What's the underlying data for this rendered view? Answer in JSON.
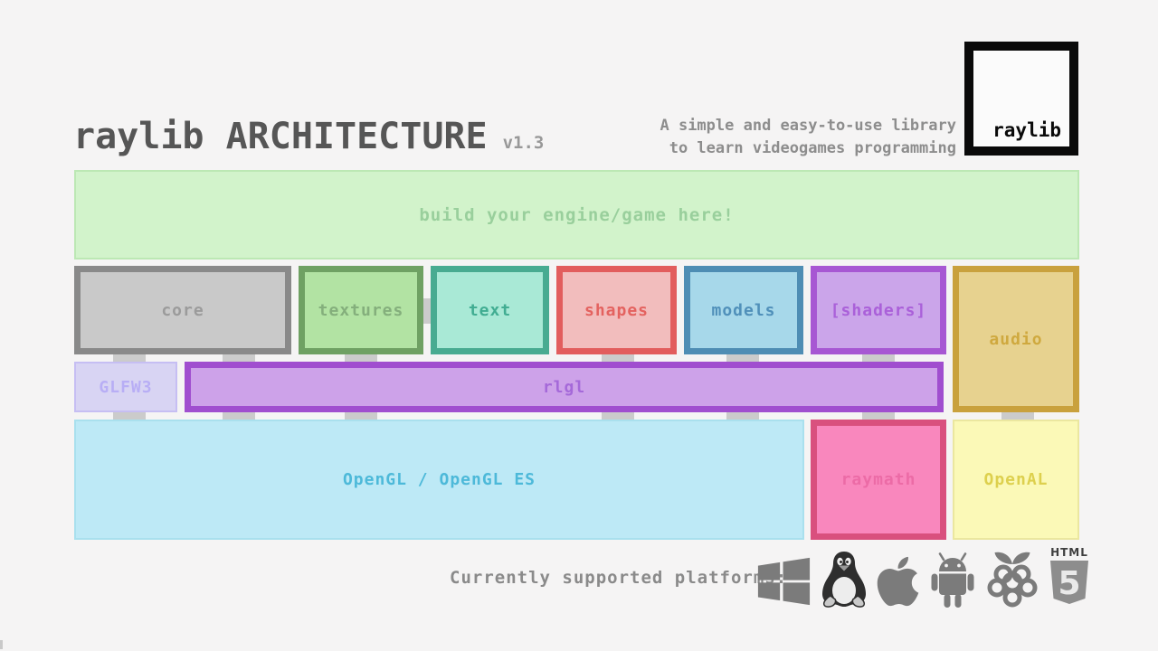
{
  "header": {
    "title": "raylib ARCHITECTURE",
    "version": "v1.3",
    "tagline_line1": "A simple and easy-to-use library",
    "tagline_line2": "to learn videogames programming",
    "logo_text": "raylib"
  },
  "boxes": {
    "banner": {
      "label": "build your engine/game here!",
      "fill": "#d2f3cb",
      "border": "#bce8b4",
      "text_color": "#99cf9c"
    },
    "core": {
      "label": "core",
      "fill": "#c9c9c9",
      "border": "#898989",
      "text_color": "#9b9b9b"
    },
    "textures": {
      "label": "textures",
      "fill": "#b2e3a3",
      "border": "#6fa163",
      "text_color": "#84af7c"
    },
    "text": {
      "label": "text",
      "fill": "#a9e9d6",
      "border": "#48ab91",
      "text_color": "#41ad92"
    },
    "shapes": {
      "label": "shapes",
      "fill": "#f2bdbd",
      "border": "#e25d5d",
      "text_color": "#e4625f"
    },
    "models": {
      "label": "models",
      "fill": "#a7d8ea",
      "border": "#4e8db4",
      "text_color": "#5090ba"
    },
    "shaders": {
      "label": "[shaders]",
      "fill": "#cba5ea",
      "border": "#a757d3",
      "text_color": "#aa60d9"
    },
    "audio": {
      "label": "audio",
      "fill": "#e7d28f",
      "border": "#c9a13d",
      "text_color": "#cfa93f"
    },
    "glfw3": {
      "label": "GLFW3",
      "fill": "#d8d4f3",
      "border": "#c6bef3",
      "text_color": "#b8aef5"
    },
    "rlgl": {
      "label": "rlgl",
      "fill": "#cda2e9",
      "border": "#a04ecf",
      "text_color": "#a569d9"
    },
    "opengl": {
      "label": "OpenGL / OpenGL ES",
      "fill": "#bde9f6",
      "border": "#a9e0ee",
      "text_color": "#4db9d9"
    },
    "raymath": {
      "label": "raymath",
      "fill": "#f987bd",
      "border": "#d9507e",
      "text_color": "#ec6ba6"
    },
    "openal": {
      "label": "OpenAL",
      "fill": "#fbf9b7",
      "border": "#ebe79f",
      "text_color": "#ddd04e"
    }
  },
  "platforms": {
    "label": "Currently supported platforms:",
    "html_label": "HTML",
    "five_label": "5",
    "icons": [
      "windows-icon",
      "linux-icon",
      "apple-icon",
      "android-icon",
      "raspberry-pi-icon",
      "html5-icon"
    ]
  },
  "colors": {
    "background": "#f5f4f4",
    "title_text": "#565656",
    "muted_text": "#8d8d8d",
    "connector": "#cbcbcb",
    "logo_border": "#0a0a0a",
    "icon_gray": "#7b7b7b"
  }
}
